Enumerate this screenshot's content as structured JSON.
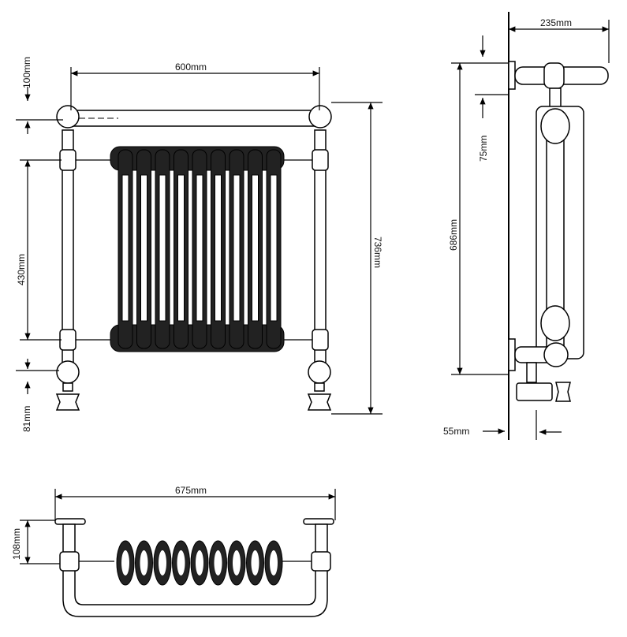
{
  "title": "Traditional towel radiator dimension drawing",
  "front_view": {
    "width_label": "600mm",
    "top_offset_label": "100mm",
    "centres_label": "430mm",
    "height_label": "736mm",
    "valve_drop_label": "81mm"
  },
  "side_view": {
    "depth_label": "235mm",
    "rail_offset_label": "75mm",
    "height_label": "686mm",
    "valve_offset_label": "55mm"
  },
  "top_view": {
    "width_label": "675mm",
    "depth_label": "108mm"
  }
}
